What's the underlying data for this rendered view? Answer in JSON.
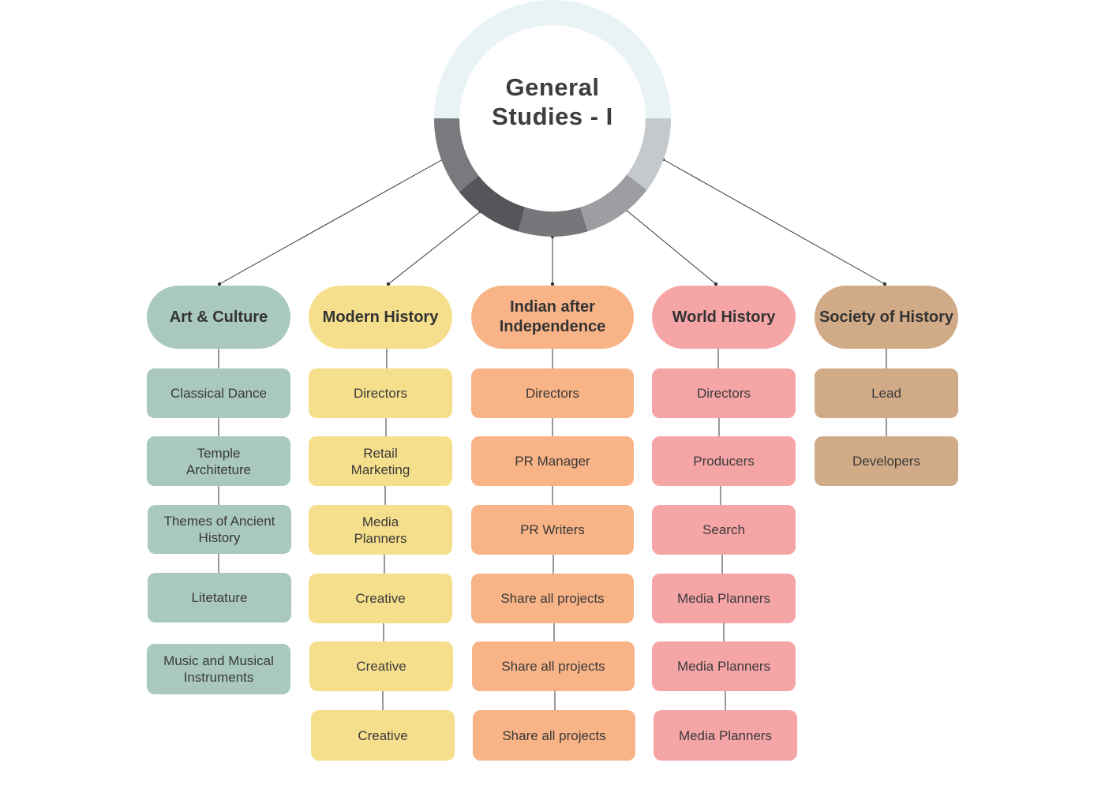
{
  "center": {
    "title_line1": "General",
    "title_line2": "Studies - I"
  },
  "colors": {
    "art": "#a8c9bc",
    "modern": "#f6df8c",
    "indian": "#f8b386",
    "world": "#f6a5a7",
    "society": "#d1ab87",
    "ring_light": "#e9f3f6",
    "ring_dark": "#5b5b5f"
  },
  "branches": {
    "art": {
      "header": "Art & Culture",
      "items": [
        "Classical Dance",
        "Temple Architeture",
        "Themes of Ancient History",
        "Litetature",
        "Music and Musical Instruments"
      ]
    },
    "modern": {
      "header": "Modern History",
      "items": [
        "Directors",
        "Retail Marketing",
        "Media Planners",
        "Creative",
        "Creative",
        "Creative"
      ]
    },
    "indian": {
      "header": "Indian after Independence",
      "items": [
        "Directors",
        "PR Manager",
        "PR Writers",
        "Share all projects",
        "Share all projects",
        "Share all projects"
      ]
    },
    "world": {
      "header": "World History",
      "items": [
        "Directors",
        "Producers",
        "Search",
        "Media Planners",
        "Media Planners",
        "Media Planners"
      ]
    },
    "society": {
      "header": "Society of History",
      "items": [
        "Lead",
        "Developers"
      ]
    }
  }
}
